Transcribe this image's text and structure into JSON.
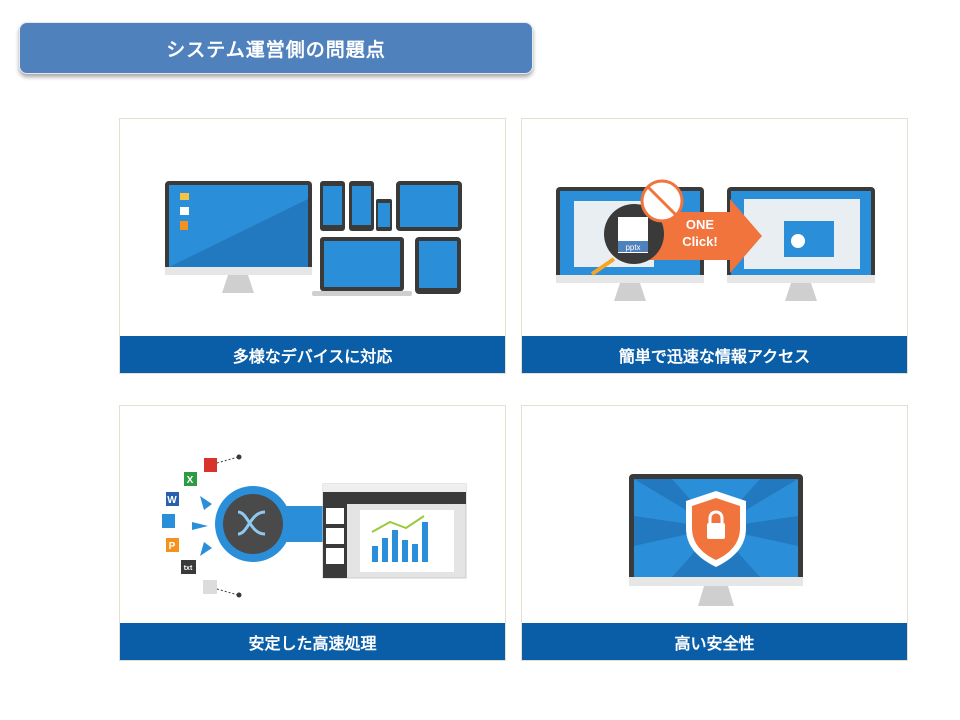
{
  "title": "システム運営側の問題点",
  "cards": [
    {
      "caption": "多様なデバイスに対応"
    },
    {
      "caption": "簡単で迅速な情報アクセス",
      "badge_text_1": "ONE",
      "badge_text_2": "Click!",
      "file_label": "pptx"
    },
    {
      "caption": "安定した高速処理",
      "file_labels": [
        "X",
        "W",
        "P",
        "txt"
      ]
    },
    {
      "caption": "高い安全性"
    }
  ]
}
